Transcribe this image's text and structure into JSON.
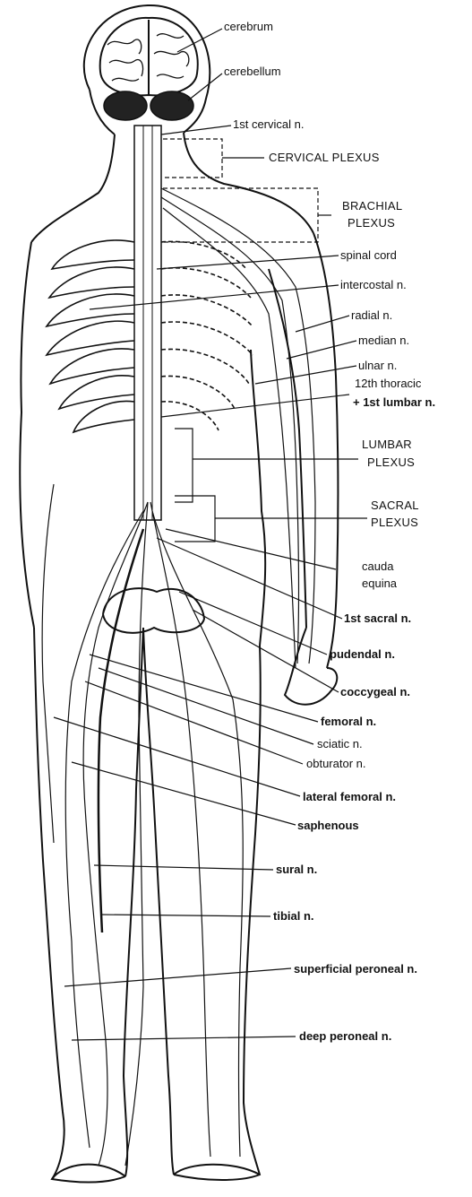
{
  "colors": {
    "ink": "#111111",
    "paper": "#ffffff"
  },
  "labels": {
    "cerebrum": "cerebrum",
    "cerebellum": "cerebellum",
    "first_cervical": "1st cervical n.",
    "cervical_plexus": "CERVICAL PLEXUS",
    "brachial_plexus_1": "BRACHIAL",
    "brachial_plexus_2": "PLEXUS",
    "spinal_cord": "spinal cord",
    "intercostal": "intercostal n.",
    "radial": "radial n.",
    "median": "median n.",
    "ulnar": "ulnar n.",
    "twelfth_thoracic": "12th thoracic",
    "first_lumbar": "+ 1st lumbar n.",
    "lumbar_plexus_1": "LUMBAR",
    "lumbar_plexus_2": "PLEXUS",
    "sacral_plexus_1": "SACRAL",
    "sacral_plexus_2": "PLEXUS",
    "cauda_equina_1": "cauda",
    "cauda_equina_2": "equina",
    "first_sacral": "1st sacral n.",
    "pudendal": "pudendal n.",
    "coccygeal": "coccygeal n.",
    "femoral": "femoral n.",
    "sciatic": "sciatic n.",
    "obturator": "obturator n.",
    "lateral_femoral": "lateral femoral n.",
    "saphenous": "saphenous",
    "sural": "sural n.",
    "tibial": "tibial n.",
    "superficial_peroneal": "superficial peroneal n.",
    "deep_peroneal": "deep peroneal n."
  }
}
